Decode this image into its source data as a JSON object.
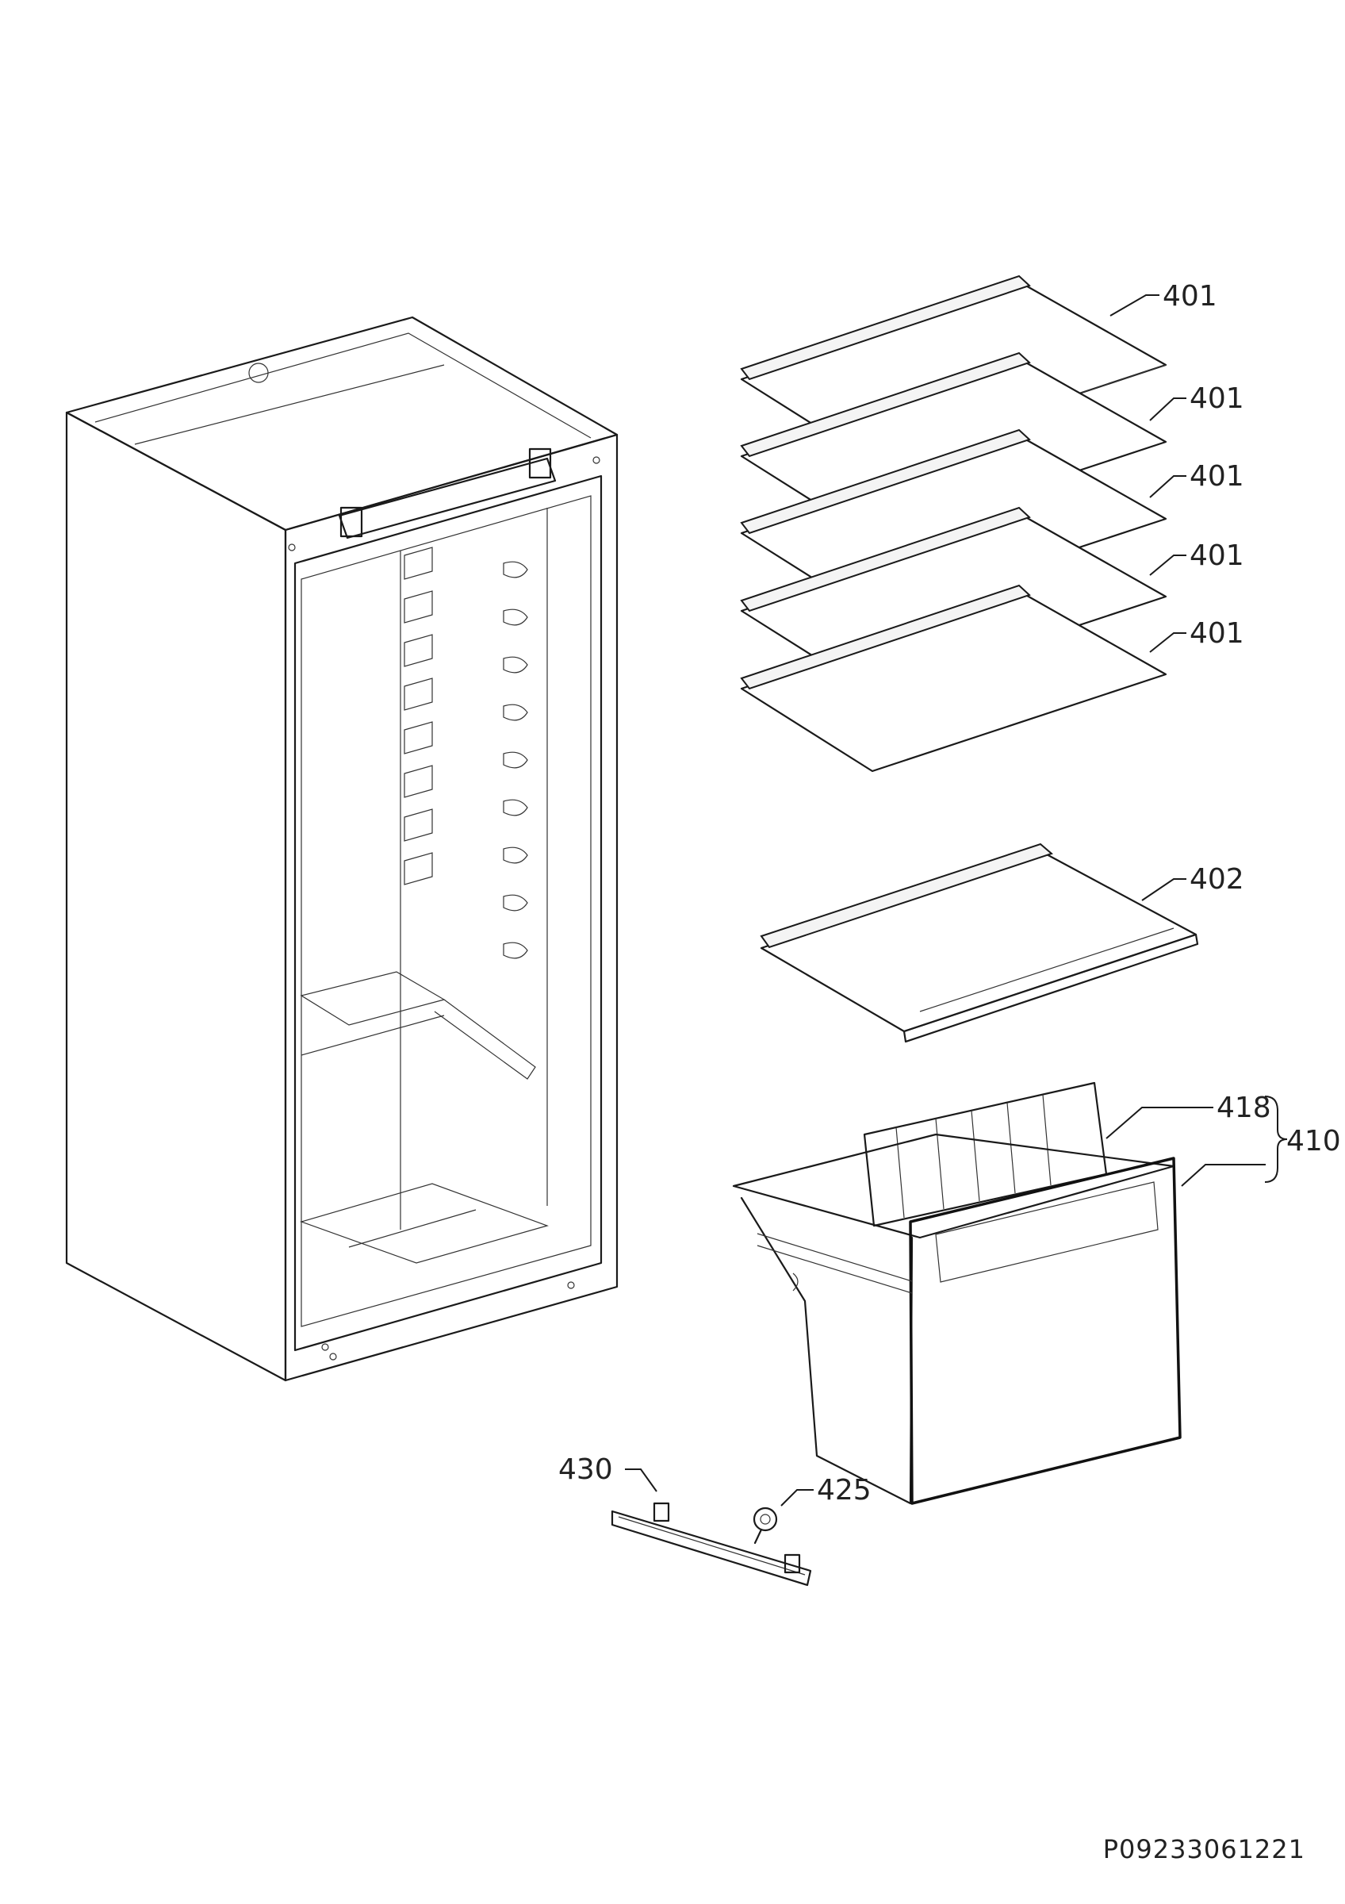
{
  "callouts": {
    "c401a": "401",
    "c401b": "401",
    "c401c": "401",
    "c401d": "401",
    "c401e": "401",
    "c402": "402",
    "c418": "418",
    "c410": "410",
    "c430": "430",
    "c425": "425"
  },
  "document_code": "P09233061221"
}
